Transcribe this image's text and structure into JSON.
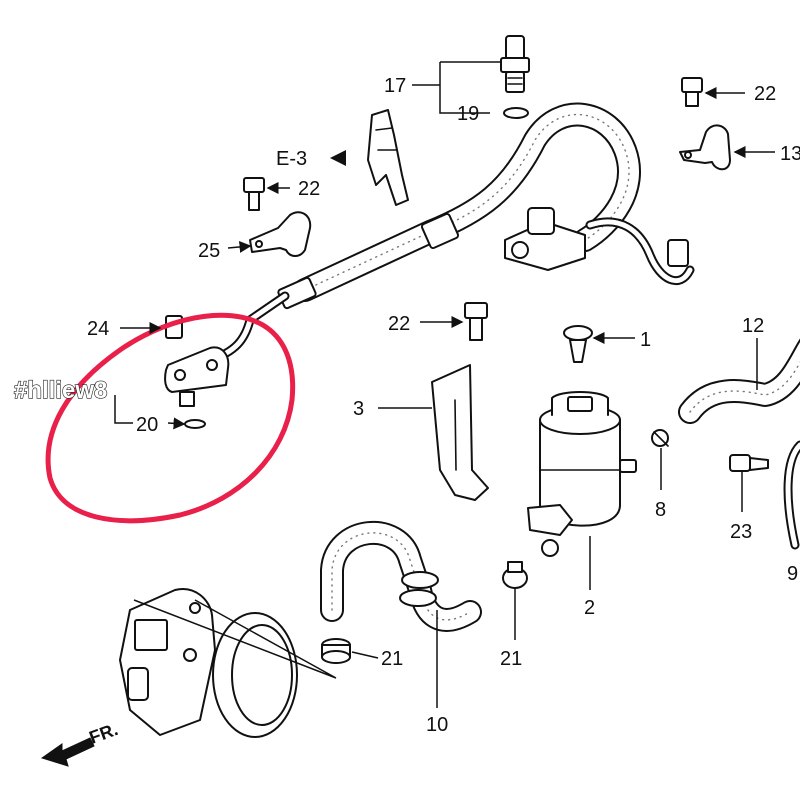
{
  "watermark": "#hlliew8",
  "direction_label": "FR.",
  "reference": "E-3",
  "callouts": {
    "c1": "1",
    "c2": "2",
    "c3": "3",
    "c8": "8",
    "c9": "9",
    "c10": "10",
    "c12": "12",
    "c13": "13",
    "c17": "17",
    "c19": "19",
    "c20": "20",
    "c21a": "21",
    "c21b": "21",
    "c22a": "22",
    "c22b": "22",
    "c22c": "22",
    "c23": "23",
    "c24": "24",
    "c25": "25"
  },
  "colors": {
    "line": "#111111",
    "highlight": "#e8204a",
    "background": "#ffffff"
  }
}
